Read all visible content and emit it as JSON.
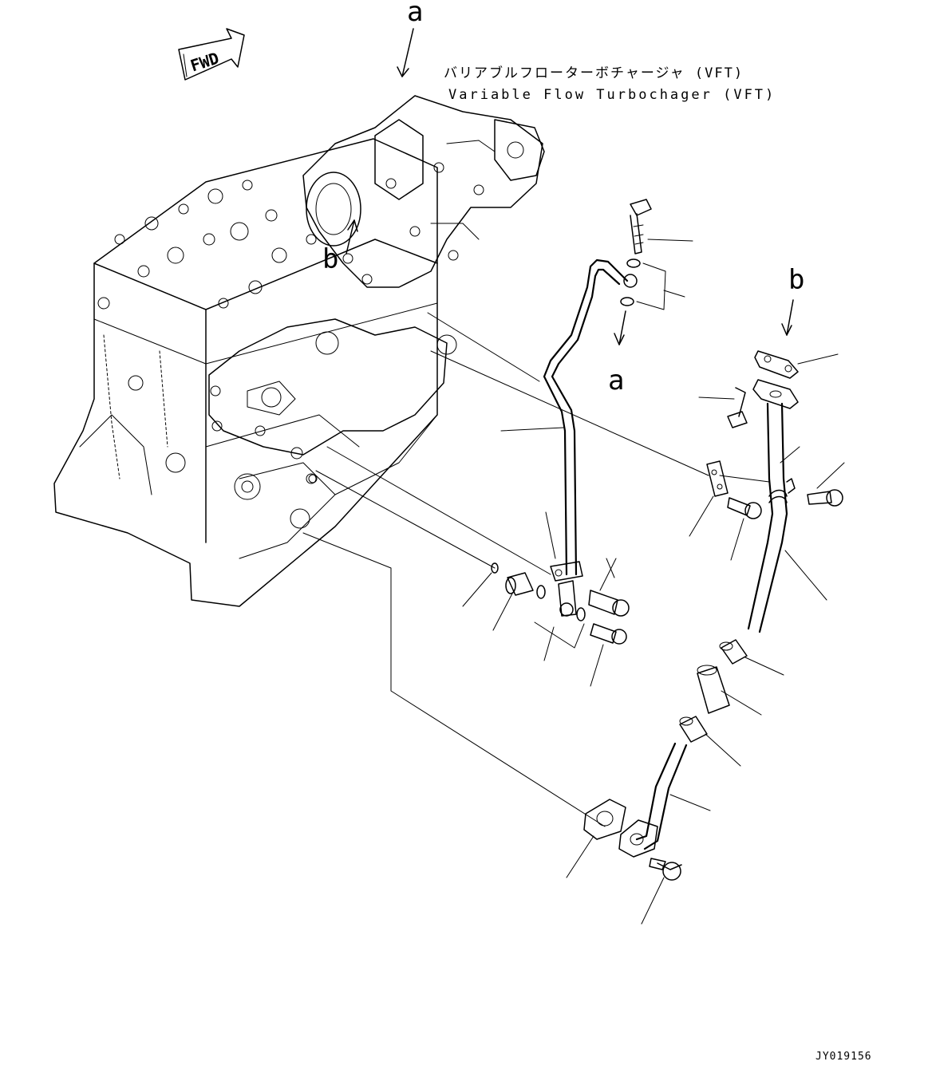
{
  "title_jp": "バリアブルフローターボチャージャ (VFT)",
  "title_en": "Variable Flow Turbochager (VFT)",
  "fwd_label": "FWD",
  "ref_a": "a",
  "ref_b": "b",
  "drawing_code": "JY019156"
}
